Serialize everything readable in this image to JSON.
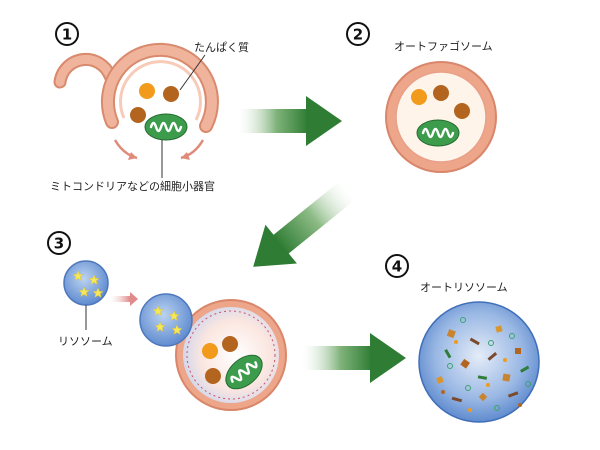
{
  "steps": [
    "1",
    "2",
    "3",
    "4"
  ],
  "labels": {
    "protein": "たんぱく質",
    "organelle": "ミトコンドリアなどの細胞小器官",
    "autophagosome": "オートファゴソーム",
    "lysosome": "リソソーム",
    "autolysosome": "オートリソソーム"
  },
  "colors": {
    "membrane": "#eda68a",
    "membrane_dark": "#d9866a",
    "cell_inner": "#fff4e8",
    "granule_orange": "#f19a1b",
    "granule_brown": "#b3651f",
    "mitochondria": "#3b9b4b",
    "lysosome_blue": "#6f9ad6",
    "star": "#f5e35a",
    "arrow_green": "#3f8a3f"
  }
}
